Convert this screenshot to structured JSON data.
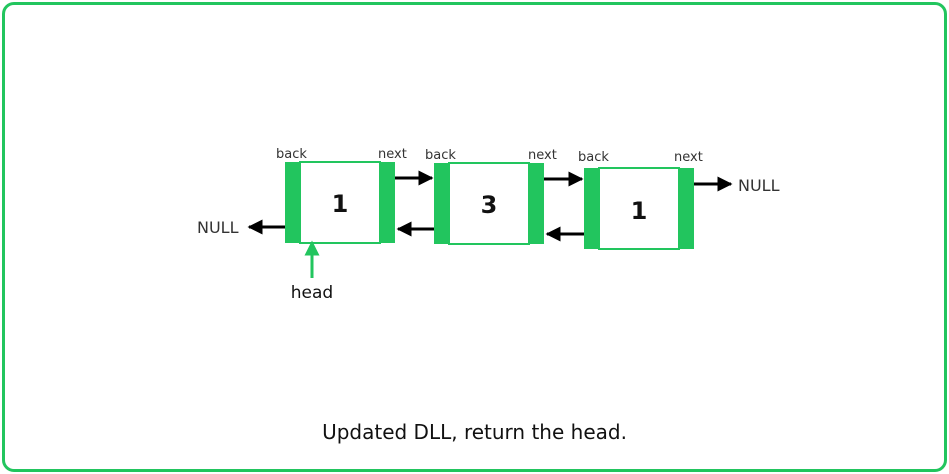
{
  "colors": {
    "accent": "#22c55e",
    "arrow": "#000000",
    "text": "#333333"
  },
  "nodes": [
    {
      "value": "1",
      "back_label": "back",
      "next_label": "next"
    },
    {
      "value": "3",
      "back_label": "back",
      "next_label": "next"
    },
    {
      "value": "1",
      "back_label": "back",
      "next_label": "next"
    }
  ],
  "null_left": "NULL",
  "null_right": "NULL",
  "head_label": "head",
  "caption": "Updated DLL, return the head."
}
